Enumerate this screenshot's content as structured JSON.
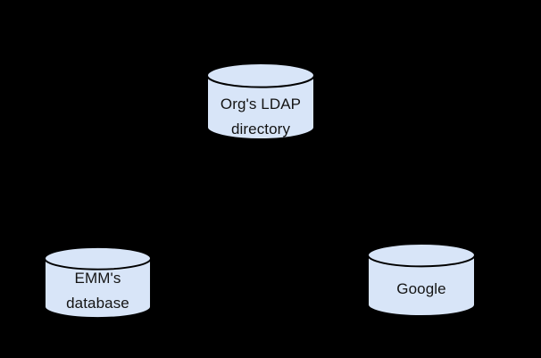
{
  "canvas": {
    "background_color": "#000000"
  },
  "diagram": {
    "node_style": {
      "fill": "#d8e5f8",
      "stroke": "#000000",
      "text_color": "#141414"
    },
    "nodes": [
      {
        "id": "org-ldap-directory",
        "shape": "database-cylinder",
        "lines": [
          "Org's LDAP",
          "directory"
        ]
      },
      {
        "id": "emm-database",
        "shape": "database-cylinder",
        "lines": [
          "EMM's",
          "database"
        ]
      },
      {
        "id": "google",
        "shape": "database-cylinder",
        "lines": [
          "Google"
        ]
      }
    ]
  }
}
